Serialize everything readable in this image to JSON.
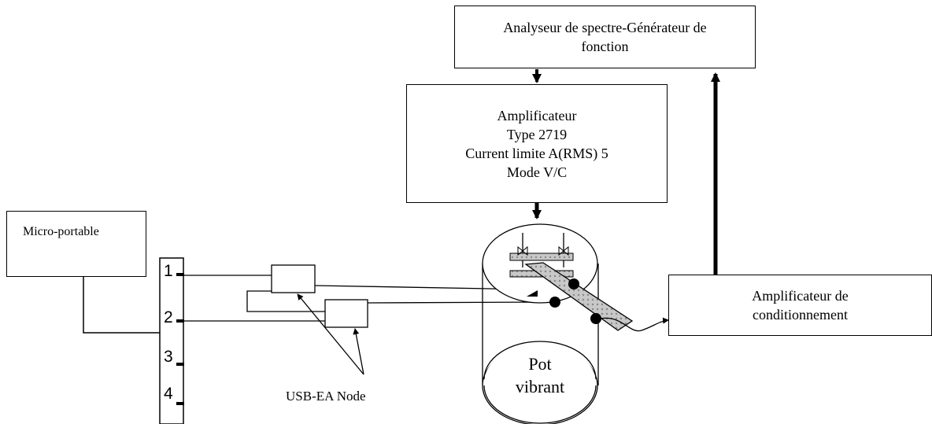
{
  "diagram": {
    "spectrum_analyzer": {
      "lines": [
        "Analyseur de spectre-Générateur de",
        "fonction"
      ]
    },
    "amplifier": {
      "lines": [
        "Amplificateur",
        "Type 2719",
        "Current limite A(RMS) 5",
        "Mode V/C"
      ]
    },
    "micro_portable": {
      "label": "Micro-portable"
    },
    "conditioning_amp": {
      "lines": [
        "Amplificateur de",
        "conditionnement"
      ]
    },
    "usb_node_label": "USB-EA Node",
    "shaker": {
      "lines": [
        "Pot",
        "vibrant"
      ]
    },
    "ports": [
      "1",
      "2",
      "3",
      "4"
    ]
  }
}
